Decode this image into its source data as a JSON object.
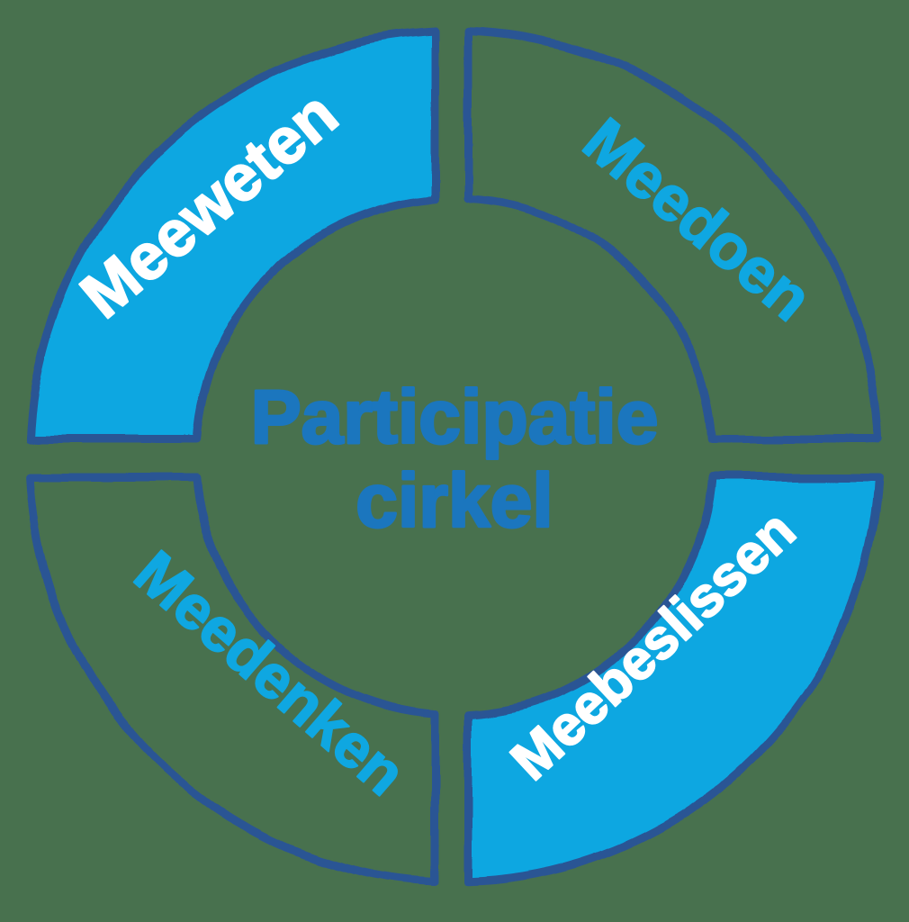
{
  "diagram": {
    "title_line1": "Participatie",
    "title_line2": "cirkel",
    "segments": [
      {
        "label": "Meeweten",
        "position": "top-left",
        "style": "filled"
      },
      {
        "label": "Meedoen",
        "position": "top-right",
        "style": "outline"
      },
      {
        "label": "Meebeslissen",
        "position": "bottom-right",
        "style": "filled"
      },
      {
        "label": "Meedenken",
        "position": "bottom-left",
        "style": "outline"
      }
    ]
  },
  "colors": {
    "background": "#48714E",
    "segment_fill": "#0FA7E1",
    "segment_outline": "#2B5494",
    "title_text": "#1B76BE",
    "label_on_fill": "#FFFFFF",
    "label_on_outline": "#0FA7E1",
    "no_fill": "none"
  }
}
